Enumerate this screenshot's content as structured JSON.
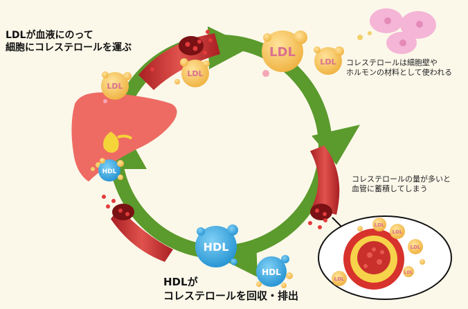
{
  "labels": {
    "ldl_transport": [
      "LDLが血液にのって",
      "細胞にコレステロールを運ぶ"
    ],
    "cholesterol_use": [
      "コレステロールは細胞壁や",
      "ホルモンの材料として使われる"
    ],
    "accumulation": [
      "コレステロールの量が多いと",
      "血管に蓄積してしまう"
    ],
    "hdl_recovery": [
      "HDLが",
      "コレステロールを回収・排出"
    ]
  },
  "particles": {
    "ldl_large": "LDL",
    "ldl_small_1": "LDL",
    "ldl_small_2": "LDL",
    "ldl_liver": "LDL",
    "hdl_liver": "HDL",
    "hdl_large": "HDL",
    "hdl_small": "HDL",
    "plaque_ldl_1": "LDL",
    "plaque_ldl_2": "LDL",
    "plaque_ldl_3": "LDL",
    "plaque_ldl_4": "LDL",
    "plaque_ldl_5": "LDL"
  },
  "colors": {
    "cycle_arrow": "#5b9a2c",
    "ldl": "#f5c25a",
    "ldl_text": "#d9708f",
    "hdl": "#3aa7de",
    "vessel": "#c9302c",
    "liver": "#ee6b63",
    "gallbladder": "#f5d43a",
    "cells": "#f4b5d6",
    "background": "#fbf8ea"
  }
}
